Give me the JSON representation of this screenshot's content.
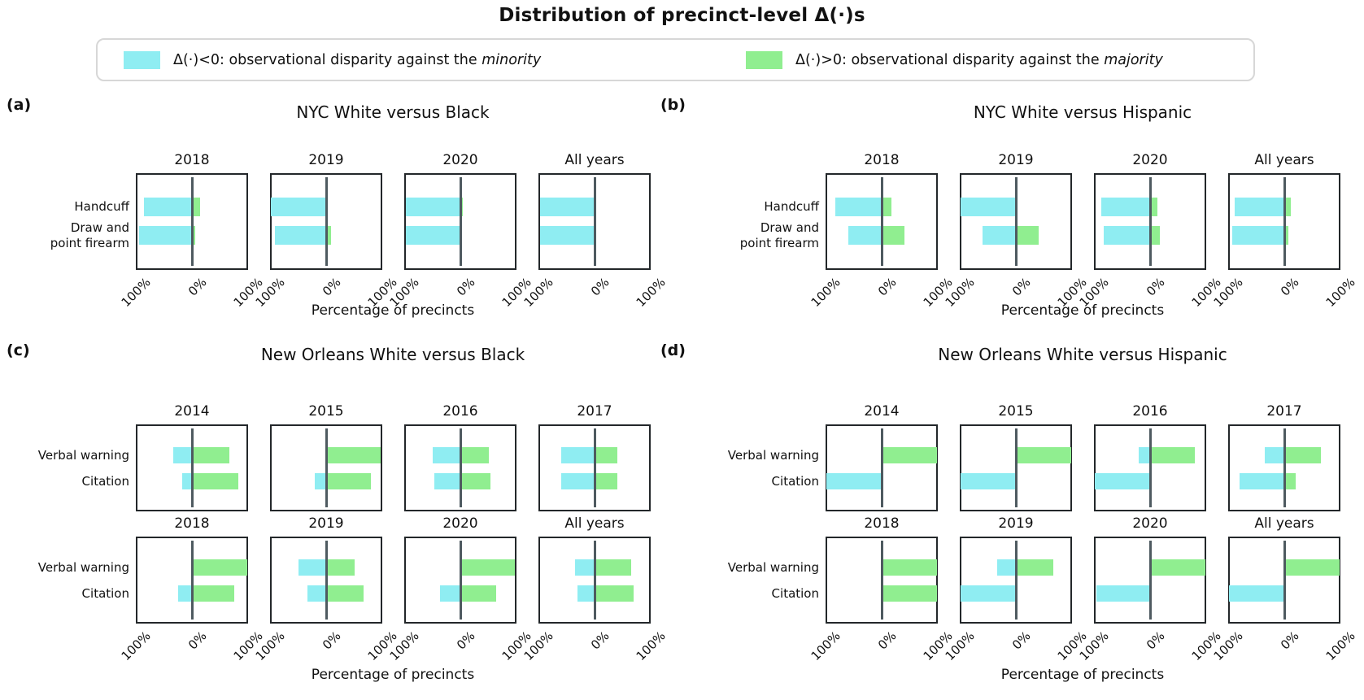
{
  "figure": {
    "title": "Distribution of precinct-level Δ(·)s"
  },
  "legend": {
    "items": [
      {
        "icon": "cyan-swatch",
        "color": "#8fedf2",
        "text": "Δ(·)<0: observational disparity against the ",
        "emph": "minority"
      },
      {
        "icon": "green-swatch",
        "color": "#90ee90",
        "text": "Δ(·)>0: observational disparity against the ",
        "emph": "majority"
      }
    ]
  },
  "axis": {
    "tick_labels": [
      "100%",
      "0%",
      "100%"
    ],
    "xlabel": "Percentage of precincts"
  },
  "colors": {
    "negative_bar": "#8fedf2",
    "positive_bar": "#90ee90",
    "zero_line": "#4e5a60",
    "frame": "#23272a"
  },
  "chart_data": [
    {
      "id": "a",
      "label": "(a)",
      "title": "NYC White versus Black",
      "type": "diverging-bar",
      "unit": "% of precincts",
      "categories": [
        "Handcuff",
        "Draw and\npoint firearm"
      ],
      "rows": [
        [
          {
            "year": "2018",
            "bars": [
              {
                "neg": 85,
                "pos": 15
              },
              {
                "neg": 94,
                "pos": 6
              }
            ]
          },
          {
            "year": "2019",
            "bars": [
              {
                "neg": 98,
                "pos": 0
              },
              {
                "neg": 92,
                "pos": 8
              }
            ]
          },
          {
            "year": "2020",
            "bars": [
              {
                "neg": 97,
                "pos": 5
              },
              {
                "neg": 97,
                "pos": 0
              }
            ]
          },
          {
            "year": "All years",
            "bars": [
              {
                "neg": 97,
                "pos": 0
              },
              {
                "neg": 97,
                "pos": 0
              }
            ]
          }
        ]
      ]
    },
    {
      "id": "b",
      "label": "(b)",
      "title": "NYC White versus Hispanic",
      "type": "diverging-bar",
      "unit": "% of precincts",
      "categories": [
        "Handcuff",
        "Draw and\npoint firearm"
      ],
      "rows": [
        [
          {
            "year": "2018",
            "bars": [
              {
                "neg": 82,
                "pos": 18
              },
              {
                "neg": 60,
                "pos": 40
              }
            ]
          },
          {
            "year": "2019",
            "bars": [
              {
                "neg": 98,
                "pos": 0
              },
              {
                "neg": 60,
                "pos": 40
              }
            ]
          },
          {
            "year": "2020",
            "bars": [
              {
                "neg": 87,
                "pos": 13
              },
              {
                "neg": 82,
                "pos": 18
              }
            ]
          },
          {
            "year": "All years",
            "bars": [
              {
                "neg": 88,
                "pos": 12
              },
              {
                "neg": 93,
                "pos": 7
              }
            ]
          }
        ]
      ]
    },
    {
      "id": "c",
      "label": "(c)",
      "title": "New Orleans White versus Black",
      "type": "diverging-bar",
      "unit": "% of precincts",
      "categories": [
        "Verbal warning",
        "Citation"
      ],
      "rows": [
        [
          {
            "year": "2014",
            "bars": [
              {
                "neg": 33,
                "pos": 67
              },
              {
                "neg": 17,
                "pos": 83
              }
            ]
          },
          {
            "year": "2015",
            "bars": [
              {
                "neg": 0,
                "pos": 97
              },
              {
                "neg": 20,
                "pos": 80
              }
            ]
          },
          {
            "year": "2016",
            "bars": [
              {
                "neg": 50,
                "pos": 50
              },
              {
                "neg": 46,
                "pos": 54
              }
            ]
          },
          {
            "year": "2017",
            "bars": [
              {
                "neg": 60,
                "pos": 40
              },
              {
                "neg": 60,
                "pos": 40
              }
            ]
          }
        ],
        [
          {
            "year": "2018",
            "bars": [
              {
                "neg": 0,
                "pos": 98
              },
              {
                "neg": 25,
                "pos": 75
              }
            ]
          },
          {
            "year": "2019",
            "bars": [
              {
                "neg": 50,
                "pos": 50
              },
              {
                "neg": 34,
                "pos": 66
              }
            ]
          },
          {
            "year": "2020",
            "bars": [
              {
                "neg": 0,
                "pos": 97
              },
              {
                "neg": 36,
                "pos": 64
              }
            ]
          },
          {
            "year": "All years",
            "bars": [
              {
                "neg": 35,
                "pos": 65
              },
              {
                "neg": 31,
                "pos": 69
              }
            ]
          }
        ]
      ]
    },
    {
      "id": "d",
      "label": "(d)",
      "title": "New Orleans White versus Hispanic",
      "type": "diverging-bar",
      "unit": "% of precincts",
      "categories": [
        "Verbal warning",
        "Citation"
      ],
      "rows": [
        [
          {
            "year": "2014",
            "bars": [
              {
                "neg": 0,
                "pos": 98
              },
              {
                "neg": 98,
                "pos": 0
              }
            ]
          },
          {
            "year": "2015",
            "bars": [
              {
                "neg": 0,
                "pos": 98
              },
              {
                "neg": 98,
                "pos": 0
              }
            ]
          },
          {
            "year": "2016",
            "bars": [
              {
                "neg": 20,
                "pos": 80
              },
              {
                "neg": 98,
                "pos": 0
              }
            ]
          },
          {
            "year": "2017",
            "bars": [
              {
                "neg": 35,
                "pos": 65
              },
              {
                "neg": 80,
                "pos": 20
              }
            ]
          }
        ],
        [
          {
            "year": "2018",
            "bars": [
              {
                "neg": 0,
                "pos": 98
              },
              {
                "neg": 0,
                "pos": 98
              }
            ]
          },
          {
            "year": "2019",
            "bars": [
              {
                "neg": 33,
                "pos": 66
              },
              {
                "neg": 98,
                "pos": 0
              }
            ]
          },
          {
            "year": "2020",
            "bars": [
              {
                "neg": 0,
                "pos": 98
              },
              {
                "neg": 96,
                "pos": 0
              }
            ]
          },
          {
            "year": "All years",
            "bars": [
              {
                "neg": 0,
                "pos": 98
              },
              {
                "neg": 98,
                "pos": 0
              }
            ]
          }
        ]
      ]
    }
  ]
}
